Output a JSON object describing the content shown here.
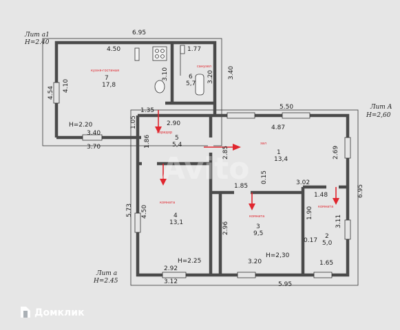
{
  "lit_a1": {
    "title": "Лит а1",
    "height": "H=2.40"
  },
  "lit_A": {
    "title": "Лит А",
    "height": "H=2,60"
  },
  "lit_a": {
    "title": "Лит а",
    "height": "H=2.45"
  },
  "dims": {
    "top_695": "6.95",
    "d_450_top": "4.50",
    "d_177": "1.77",
    "d_454": "4.54",
    "d_410": "4.10",
    "d_310": "3.10",
    "d_320": "3.20",
    "d_340_side": "3.40",
    "h_220": "H=2.20",
    "d_340": "3.40",
    "d_370": "3.70",
    "d_135": "1.35",
    "d_290": "2.90",
    "d_105": "1.05",
    "d_550": "5.50",
    "d_487": "4.87",
    "d_186": "1.86",
    "d_285": "2.85",
    "d_269": "2.69",
    "d_185": "1.85",
    "d_015a": "0.15",
    "d_302": "3.02",
    "d_148": "1.48",
    "d_695_side": "6.95",
    "d_573": "5.73",
    "d_450_left": "4.50",
    "d_296": "2.96",
    "d_190": "1.90",
    "d_311": "3.11",
    "d_017": "0.17",
    "h_225": "H=2.25",
    "h_230": "H=2,30",
    "d_292": "2.92",
    "d_320_bot": "3.20",
    "d_165": "1.65",
    "d_312": "3.12",
    "d_595": "5.95"
  },
  "rooms": [
    {
      "num": "7",
      "area": "17,8",
      "note": "кухня-гостиная"
    },
    {
      "num": "6",
      "area": "5,7",
      "note": "санузел"
    },
    {
      "num": "5",
      "area": "5,4",
      "note": "коридор"
    },
    {
      "num": "1",
      "area": "13,4",
      "note": "зал"
    },
    {
      "num": "4",
      "area": "13,1",
      "note": "комната"
    },
    {
      "num": "3",
      "area": "9,5",
      "note": "комната"
    },
    {
      "num": "2",
      "area": "5,0",
      "note": "комната"
    }
  ],
  "watermark": "Avito",
  "brand": {
    "name": "Домклик"
  },
  "colors": {
    "annotation": "#e0262e",
    "wall": "#4a4a4a",
    "background": "#e4e4e4"
  }
}
